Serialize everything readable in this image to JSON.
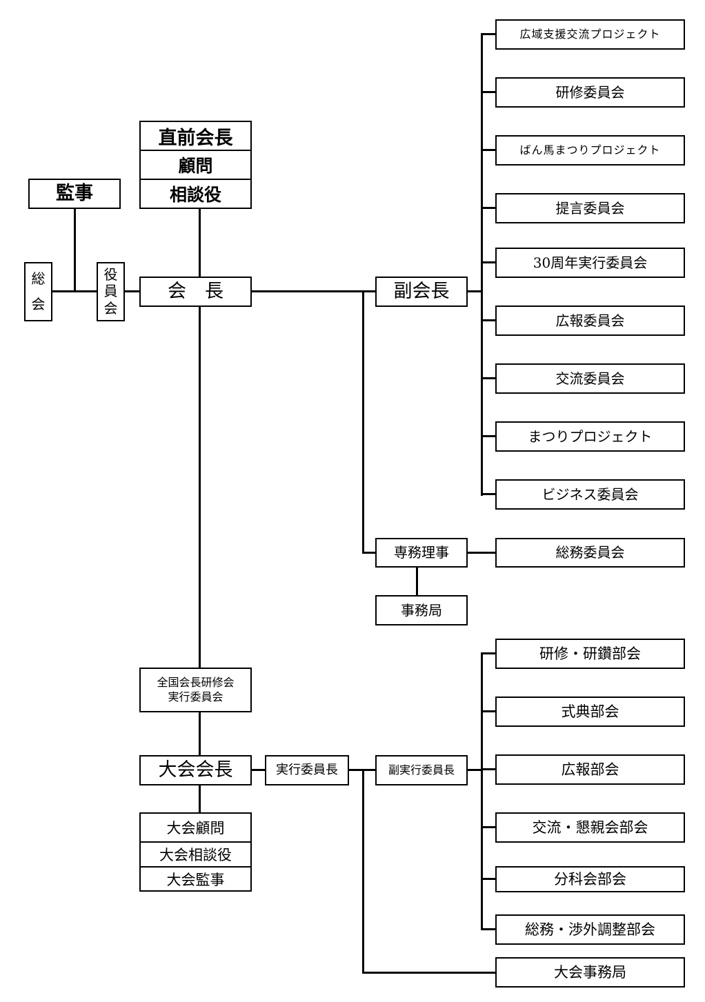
{
  "diagram": {
    "type": "organization-chart",
    "top": {
      "general_assembly": [
        "総",
        "会"
      ],
      "auditor": "監事",
      "board": [
        "役",
        "員",
        "会"
      ],
      "president": "会　長",
      "advisors": [
        "直前会長",
        "顧問",
        "相談役"
      ]
    },
    "vice_president": {
      "label": "副会長",
      "committees": [
        "広域支援交流プロジェクト",
        "研修委員会",
        "ばん馬まつりプロジェクト",
        "提言委員会",
        "30周年実行委員会",
        "広報委員会",
        "交流委員会",
        "まつりプロジェクト",
        "ビジネス委員会"
      ]
    },
    "executive_director": {
      "label": "専務理事",
      "committee": "総務委員会",
      "office": "事務局"
    },
    "national_seminar": {
      "committee": [
        "全国会長研修会",
        "実行委員会"
      ],
      "convention_president": "大会会長",
      "convention_advisors": [
        "大会顧問",
        "大会相談役",
        "大会監事"
      ],
      "exec_chair": "実行委員長",
      "vice_exec_chair": "副実行委員長",
      "divisions": [
        "研修・研鑽部会",
        "式典部会",
        "広報部会",
        "交流・懇親会部会",
        "分科会部会",
        "総務・渉外調整部会"
      ],
      "convention_office": "大会事務局"
    }
  }
}
